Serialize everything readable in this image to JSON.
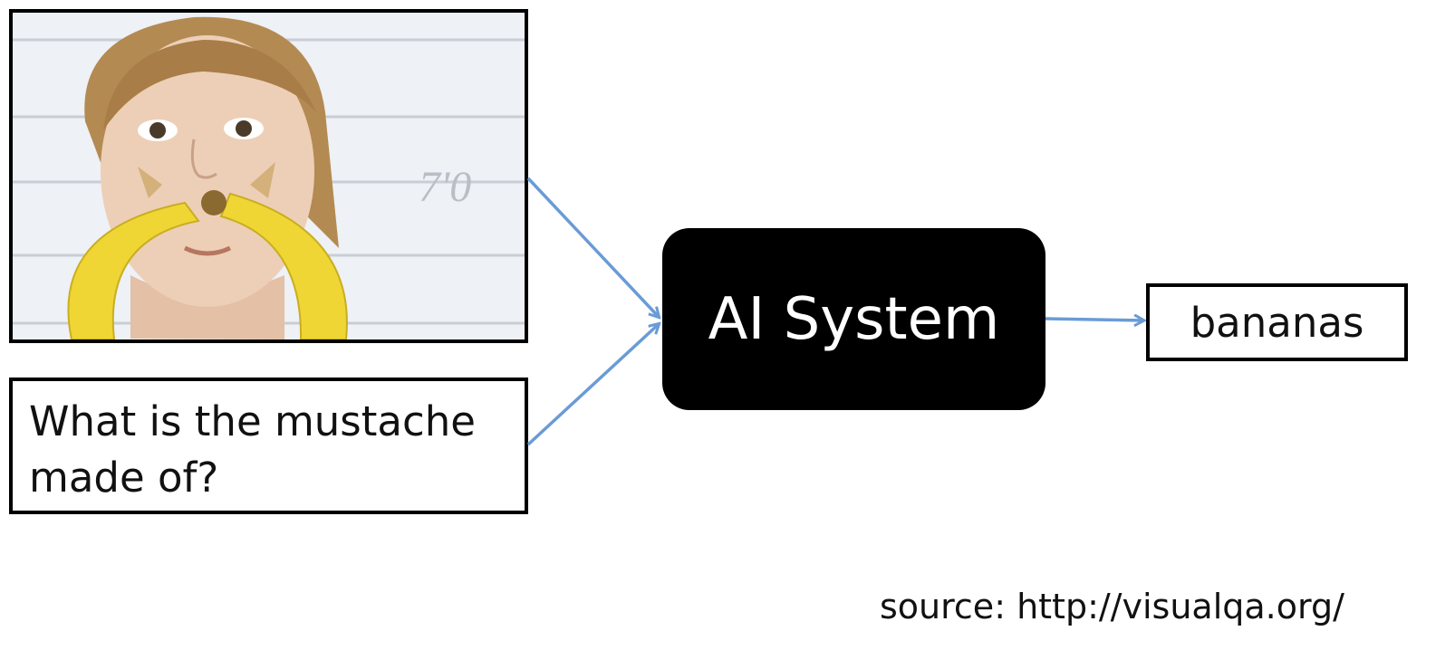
{
  "question": {
    "text": "What is the mustache made of?"
  },
  "system": {
    "label": "AI System"
  },
  "answer": {
    "text": "bananas"
  },
  "source": {
    "text": "source: http://visualqa.org/"
  },
  "photo": {
    "wall_marking": "7'0"
  },
  "colors": {
    "arrow": "#6a9bd6",
    "box_border": "#000000",
    "system_fill": "#000000",
    "system_text": "#ffffff"
  }
}
